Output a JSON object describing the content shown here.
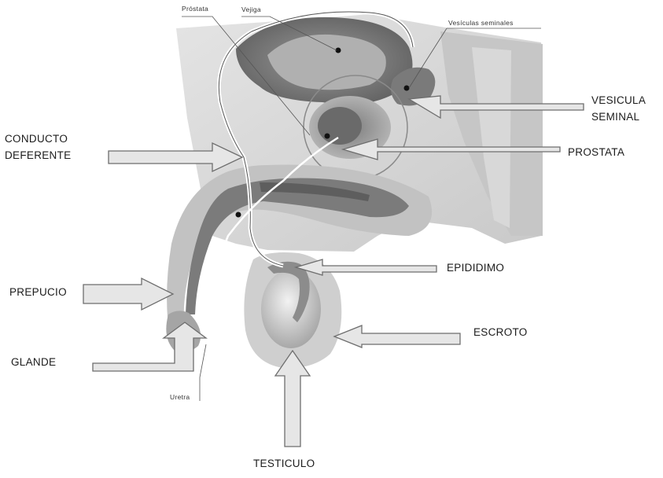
{
  "labels": {
    "prostata_small": "Próstata",
    "vejiga": "Vejiga",
    "vesiculas_seminales": "Vesículas seminales",
    "vesicula_line1": "VESICULA",
    "vesicula_line2": "SEMINAL",
    "conducto_line1": "CONDUCTO",
    "conducto_line2": "DEFERENTE",
    "prostata": "PROSTATA",
    "epididimo": "EPIDIDIMO",
    "prepucio": "PREPUCIO",
    "escroto": "ESCROTO",
    "glande": "GLANDE",
    "uretra": "Uretra",
    "testiculo": "TESTICULO"
  },
  "colors": {
    "tissue_light": "#dcdcdc",
    "tissue_mid": "#b4b4b4",
    "tissue_dark": "#8a8a8a",
    "arrow_fill": "#e6e6e6",
    "arrow_stroke": "#6e6e6e"
  }
}
